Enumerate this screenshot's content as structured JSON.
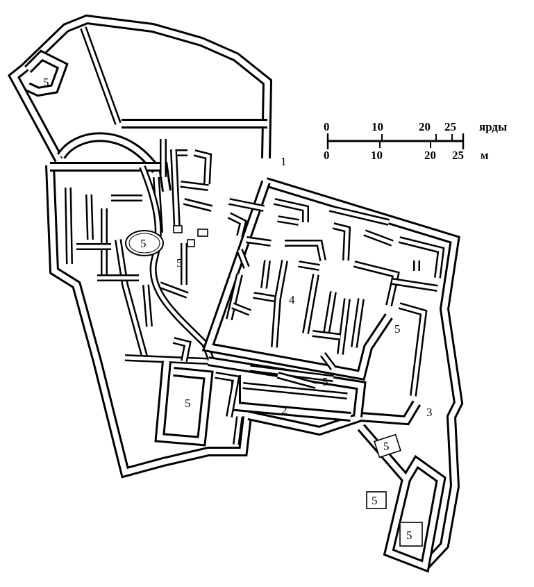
{
  "scale": {
    "top_ticks": [
      "0",
      "10",
      "20",
      "25"
    ],
    "top_unit": "ярды",
    "bottom_ticks": [
      "0",
      "10",
      "20",
      "25"
    ],
    "bottom_unit": "м"
  },
  "labels": {
    "gate": "1",
    "central_passage": "2",
    "east_yard": "3",
    "main_block": "4",
    "room_marker": "5"
  },
  "colors": {
    "ink": "#000000",
    "paper": "#ffffff"
  }
}
